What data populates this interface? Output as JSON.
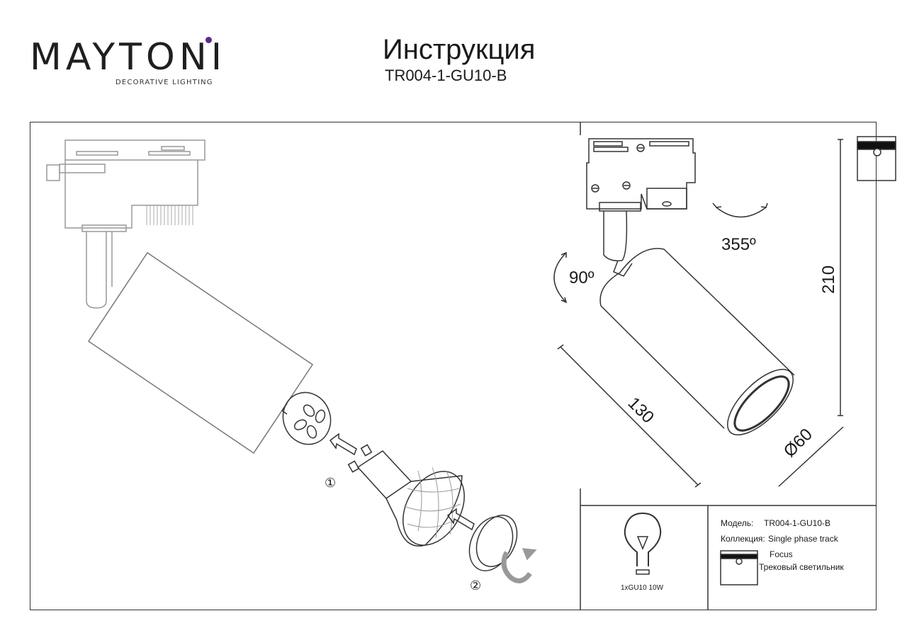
{
  "header": {
    "brand": "MAYTONI",
    "brand_subtitle": "DECORATIVE LIGHTING",
    "title": "Инструкция",
    "model_code": "TR004-1-GU10-B"
  },
  "dimensions": {
    "length": "130",
    "height": "210",
    "diameter": "Ø60",
    "rotation_horizontal": "355º",
    "rotation_vertical": "90º"
  },
  "steps": {
    "step1": "①",
    "step2": "②"
  },
  "info": {
    "lamp": "1xGU10 10W",
    "model_label": "Модель:",
    "model_value": "TR004-1-GU10-B",
    "collection_label": "Коллекция:",
    "collection_value": "Single phase track",
    "series": "Focus",
    "product_type": "Трековый светильник"
  },
  "colors": {
    "line": "#333333",
    "accent": "#5b2a86"
  }
}
